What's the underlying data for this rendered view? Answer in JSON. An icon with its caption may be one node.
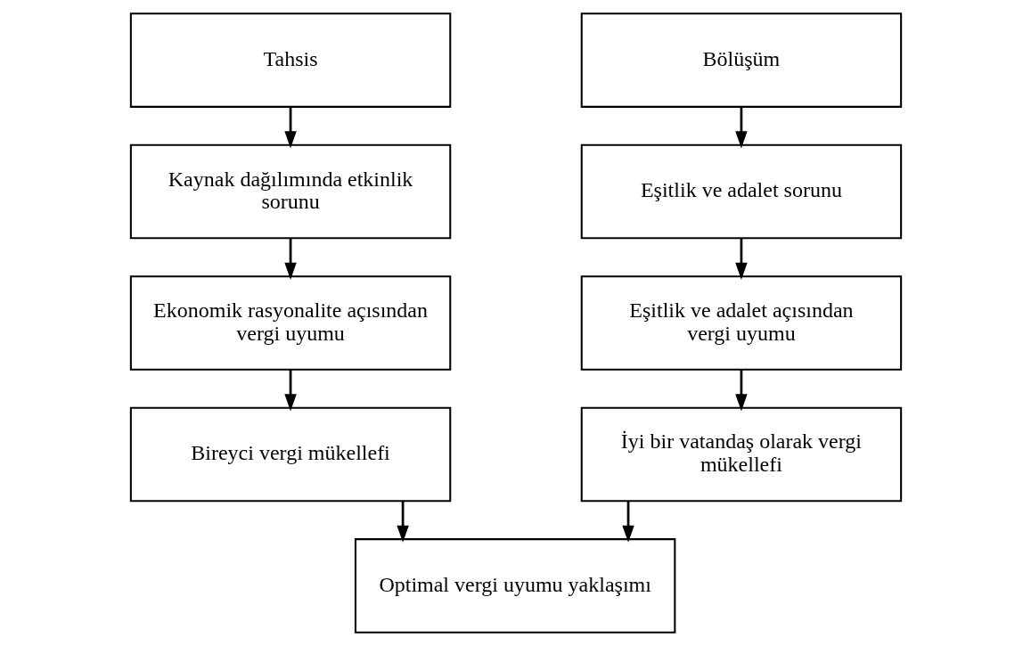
{
  "diagram": {
    "nodes": [
      {
        "text": [
          "Tahsis"
        ]
      },
      {
        "text": [
          "Kaynak dağılımında etkinlik sorunu"
        ]
      },
      {
        "text": [
          "Ekonomik rasyonalite açısından vergi uyumu"
        ]
      },
      {
        "text": [
          "Bireyci vergi mükellefi"
        ]
      },
      {
        "text": [
          "Bölüşüm"
        ]
      },
      {
        "text": [
          "Eşitlik ve adalet sorunu"
        ]
      },
      {
        "text": [
          "Eşitlik ve adalet açısından vergi uyumu"
        ]
      },
      {
        "text": [
          "İyi bir vatandaş olarak vergi mükellefi"
        ]
      },
      {
        "text": [
          "Optimal vergi uyumu yaklaşımı"
        ]
      }
    ],
    "edges": [
      {
        "from": 0,
        "to": 1,
        "arrow": "to"
      },
      {
        "from": 1,
        "to": 2,
        "arrow": "to"
      },
      {
        "from": 2,
        "to": 3,
        "arrow": "to"
      },
      {
        "from": 3,
        "to": 8,
        "arrow": "to"
      },
      {
        "from": 4,
        "to": 5,
        "arrow": "to"
      },
      {
        "from": 5,
        "to": 6,
        "arrow": "to"
      },
      {
        "from": 6,
        "to": 7,
        "arrow": "to"
      },
      {
        "from": 7,
        "to": 8,
        "arrow": "to"
      }
    ]
  }
}
